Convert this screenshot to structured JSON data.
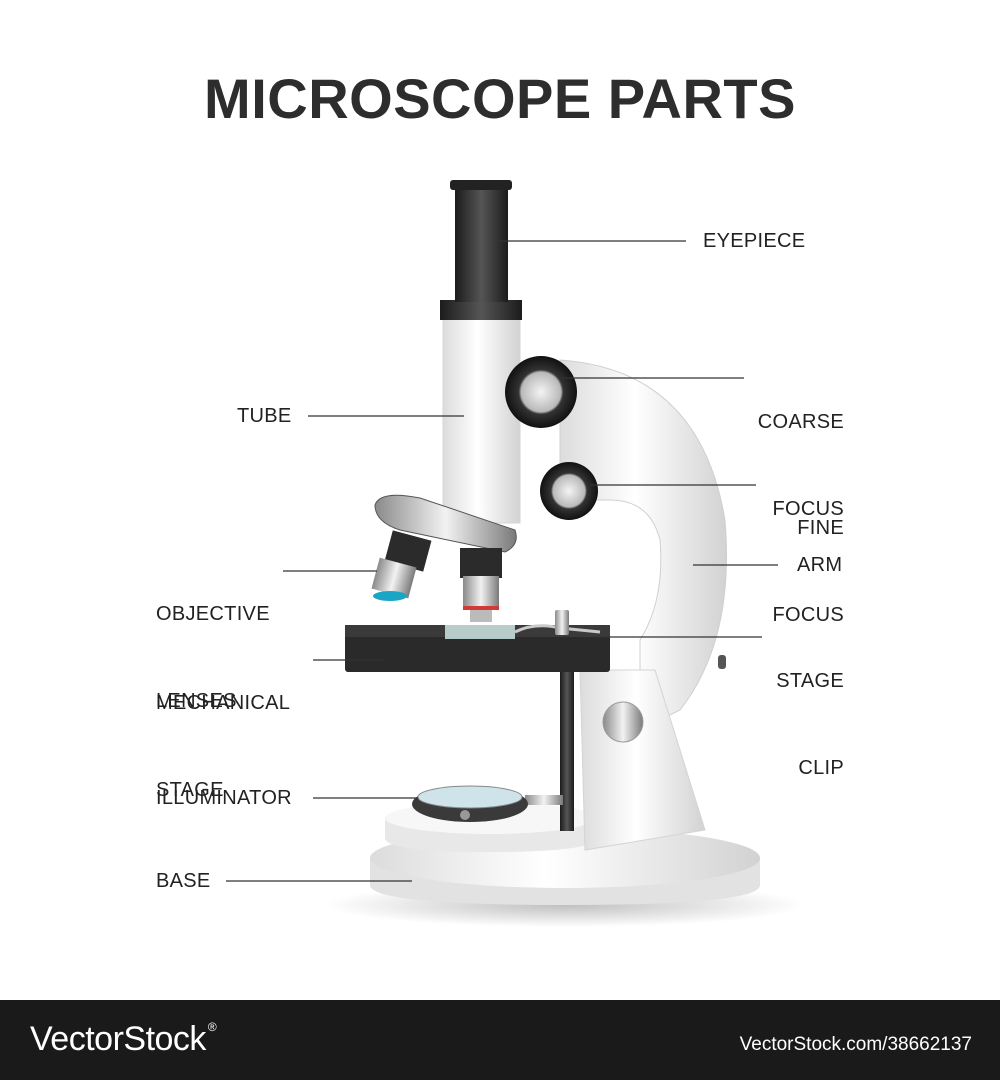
{
  "title": "MICROSCOPE PARTS",
  "labels": {
    "eyepiece": "EYEPIECE",
    "coarse_focus": [
      "COARSE",
      "FOCUS"
    ],
    "tube": "TUBE",
    "fine_focus": [
      "FINE",
      "FOCUS"
    ],
    "objective_lenses": [
      "OBJECTIVE",
      "LENSES"
    ],
    "arm": "ARM",
    "mechanical_stage": [
      "MECHANICAL",
      "STAGE"
    ],
    "stage_clip": [
      "STAGE",
      "CLIP"
    ],
    "illuminator": "ILLUMINATOR",
    "base": "BASE"
  },
  "footer": {
    "brand": "VectorStock",
    "registered_mark": "®",
    "url": "VectorStock.com/38662137"
  },
  "colors": {
    "background": "#ffffff",
    "text": "#2b2b2b",
    "leader_line": "#333333",
    "microscope_body": "#f1f1f1",
    "stage": "#2a2a2a",
    "footer_bg": "#1a1a1a"
  }
}
